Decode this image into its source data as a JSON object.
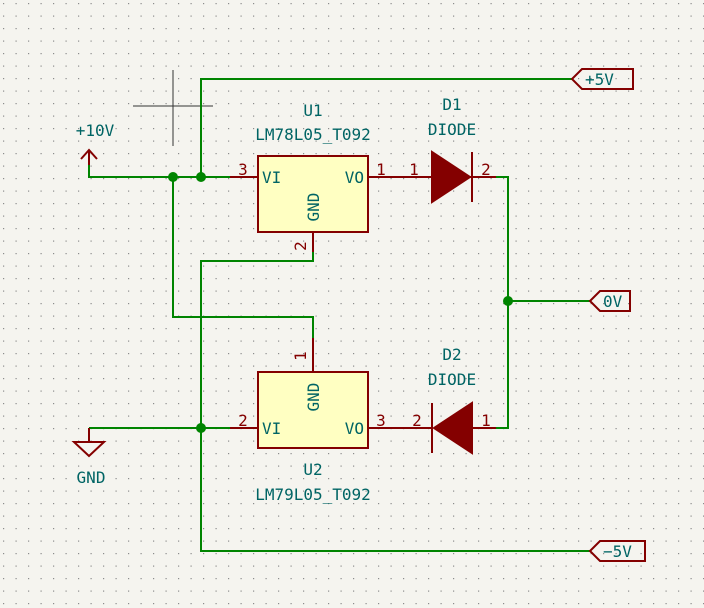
{
  "colors": {
    "background": "#f5f4ef",
    "grid_dot": "#8c8c8c",
    "wire": "#008400",
    "junction": "#008400",
    "component_outline": "#840000",
    "component_fill": "#ffffc2",
    "pin": "#840000",
    "text": "#006464",
    "power_symbol": "#840000"
  },
  "nets": {
    "plus5v": "+5V",
    "zero_v": "0V",
    "minus5v": "−5V",
    "plus10v": "+10V",
    "gnd": "GND"
  },
  "components": {
    "u1": {
      "ref": "U1",
      "value": "LM78L05_T092",
      "pin_vi_name": "VI",
      "pin_vo_name": "VO",
      "pin_gnd_name": "GND",
      "pin_vi_num": "3",
      "pin_vo_num": "1",
      "pin_gnd_num": "2"
    },
    "u2": {
      "ref": "U2",
      "value": "LM79L05_T092",
      "pin_vi_name": "VI",
      "pin_vo_name": "VO",
      "pin_gnd_name": "GND",
      "pin_vi_num": "2",
      "pin_vo_num": "3",
      "pin_gnd_num": "1"
    },
    "d1": {
      "ref": "D1",
      "value": "DIODE",
      "pin_a_num": "1",
      "pin_k_num": "2"
    },
    "d2": {
      "ref": "D2",
      "value": "DIODE",
      "pin_a_num": "2",
      "pin_k_num": "1"
    }
  }
}
